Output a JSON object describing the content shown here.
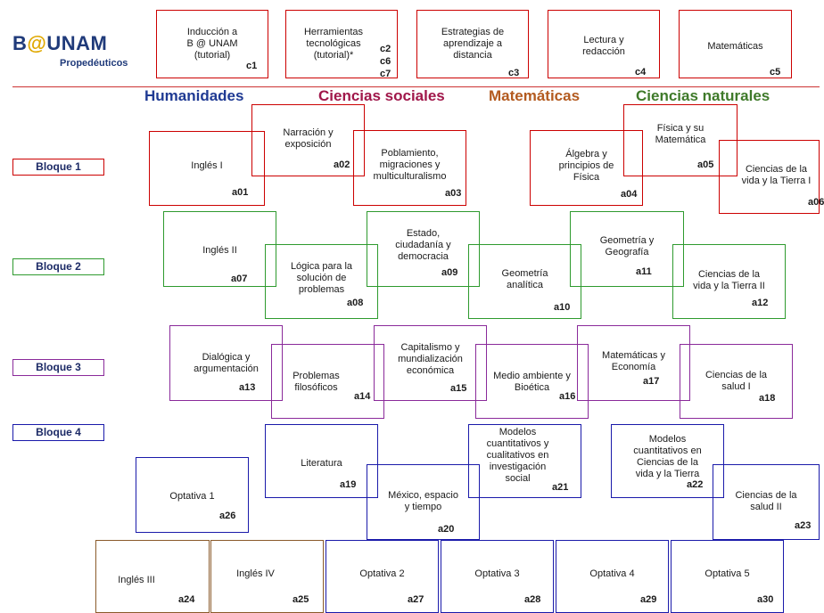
{
  "logo": {
    "text": "B@UNAM",
    "subtitle": "Propedéuticos"
  },
  "top_modules": [
    {
      "id": "c1",
      "name": "Inducción a\nB @ UNAM\n(tutorial)",
      "code": "c1"
    },
    {
      "id": "c2",
      "name": "Herramientas\ntecnológicas\n(tutorial)*",
      "codes": [
        "c2",
        "c6",
        "c7"
      ]
    },
    {
      "id": "c3",
      "name": "Estrategias de\naprendizaje a\ndistancia",
      "code": "c3"
    },
    {
      "id": "c4",
      "name": "Lectura y\nredacción",
      "code": "c4"
    },
    {
      "id": "c5",
      "name": "Matemáticas",
      "code": "c5"
    }
  ],
  "areas": [
    {
      "label": "Humanidades",
      "color": "#1f3a93"
    },
    {
      "label": "Ciencias sociales",
      "color": "#a0174a"
    },
    {
      "label": "Matemáticas",
      "color": "#b35a1f"
    },
    {
      "label": "Ciencias naturales",
      "color": "#3f7a2a"
    }
  ],
  "bloques": [
    {
      "label": "Bloque 1",
      "color": "#cc0000"
    },
    {
      "label": "Bloque 2",
      "color": "#2e9a2e"
    },
    {
      "label": "Bloque 3",
      "color": "#8a2a9a"
    },
    {
      "label": "Bloque 4",
      "color": "#1a1aaa"
    }
  ],
  "colors": {
    "red": "#cc0000",
    "green": "#2e9a2e",
    "purple": "#8a2a9a",
    "blue": "#1a1aaa",
    "brown": "#8a5a2a",
    "logo_at": "#e0a800",
    "logo_text": "#1f3a7a"
  },
  "courses": [
    {
      "code": "a01",
      "name": "Inglés I"
    },
    {
      "code": "a02",
      "name": "Narración y\nexposición"
    },
    {
      "code": "a03",
      "name": "Poblamiento,\nmigraciones y\nmulticulturalismo"
    },
    {
      "code": "a04",
      "name": "Álgebra y\nprincipios de\nFísica"
    },
    {
      "code": "a05",
      "name": "Física y su\nMatemática"
    },
    {
      "code": "a06",
      "name": "Ciencias de la\nvida y la Tierra I"
    },
    {
      "code": "a07",
      "name": "Inglés II"
    },
    {
      "code": "a08",
      "name": "Lógica para la\nsolución de\nproblemas"
    },
    {
      "code": "a09",
      "name": "Estado,\nciudadanía y\ndemocracia"
    },
    {
      "code": "a10",
      "name": "Geometría\nanalítica"
    },
    {
      "code": "a11",
      "name": "Geometría y\nGeografía"
    },
    {
      "code": "a12",
      "name": "Ciencias de la\nvida y la Tierra II"
    },
    {
      "code": "a13",
      "name": "Dialógica y\nargumentación"
    },
    {
      "code": "a14",
      "name": "Problemas\nfilosóficos"
    },
    {
      "code": "a15",
      "name": "Capitalismo y\nmundialización\neconómica"
    },
    {
      "code": "a16",
      "name": "Medio ambiente y\nBioética"
    },
    {
      "code": "a17",
      "name": "Matemáticas y\nEconomía"
    },
    {
      "code": "a18",
      "name": "Ciencias de la\nsalud I"
    },
    {
      "code": "a19",
      "name": "Literatura"
    },
    {
      "code": "a20",
      "name": "México, espacio\ny tiempo"
    },
    {
      "code": "a21",
      "name": "Modelos\ncuantitativos y\ncualitativos en\ninvestigación\nsocial"
    },
    {
      "code": "a22",
      "name": "Modelos\ncuantitativos en\nCiencias de la\nvida y la Tierra"
    },
    {
      "code": "a23",
      "name": "Ciencias de la\nsalud II"
    },
    {
      "code": "a24",
      "name": "Inglés III"
    },
    {
      "code": "a25",
      "name": "Inglés IV"
    },
    {
      "code": "a26",
      "name": "Optativa 1"
    },
    {
      "code": "a27",
      "name": "Optativa 2"
    },
    {
      "code": "a28",
      "name": "Optativa 3"
    },
    {
      "code": "a29",
      "name": "Optativa 4"
    },
    {
      "code": "a30",
      "name": "Optativa 5"
    }
  ]
}
